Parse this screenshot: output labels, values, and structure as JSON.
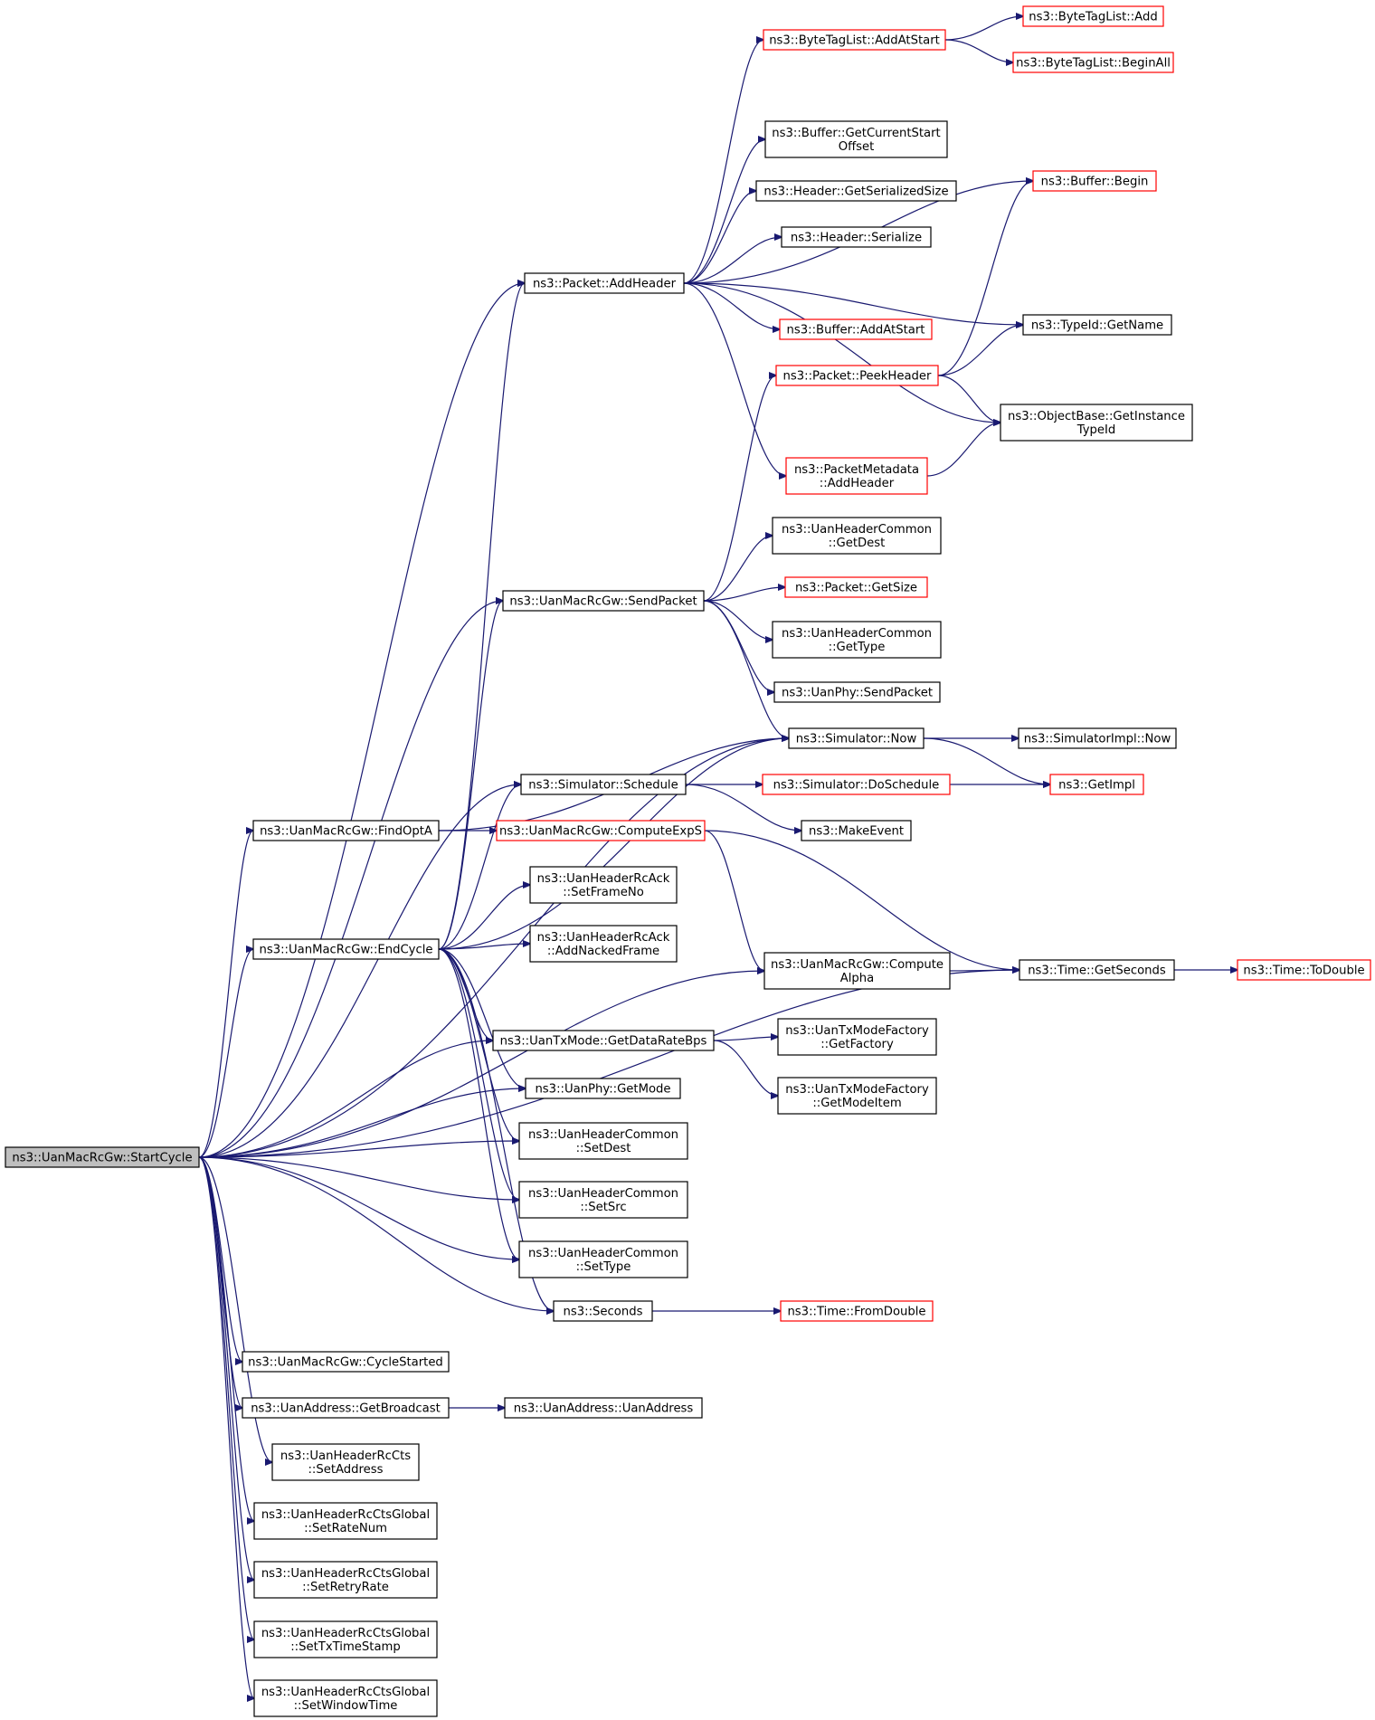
{
  "colors": {
    "edge": "#191970",
    "node_border": "#000000",
    "node_border_truncated": "#ff0000",
    "root_fill": "#bfbfbf",
    "node_fill": "#ffffff"
  },
  "nodes": [
    {
      "id": "startcycle",
      "lines": [
        "ns3::UanMacRcGw::StartCycle"
      ],
      "kind": "root"
    },
    {
      "id": "bytetag_addatstart",
      "lines": [
        "ns3::ByteTagList::AddAtStart"
      ],
      "kind": "truncated"
    },
    {
      "id": "bytetag_add",
      "lines": [
        "ns3::ByteTagList::Add"
      ],
      "kind": "truncated"
    },
    {
      "id": "bytetag_beginall",
      "lines": [
        "ns3::ByteTagList::BeginAll"
      ],
      "kind": "truncated"
    },
    {
      "id": "buffer_getcurrentstartoffset",
      "lines": [
        "ns3::Buffer::GetCurrentStart",
        "Offset"
      ],
      "kind": "normal"
    },
    {
      "id": "buffer_begin",
      "lines": [
        "ns3::Buffer::Begin"
      ],
      "kind": "truncated"
    },
    {
      "id": "header_getserializedsize",
      "lines": [
        "ns3::Header::GetSerializedSize"
      ],
      "kind": "normal"
    },
    {
      "id": "header_serialize",
      "lines": [
        "ns3::Header::Serialize"
      ],
      "kind": "normal"
    },
    {
      "id": "packet_addheader",
      "lines": [
        "ns3::Packet::AddHeader"
      ],
      "kind": "normal"
    },
    {
      "id": "typeid_getname",
      "lines": [
        "ns3::TypeId::GetName"
      ],
      "kind": "normal"
    },
    {
      "id": "buffer_addatstart",
      "lines": [
        "ns3::Buffer::AddAtStart"
      ],
      "kind": "truncated"
    },
    {
      "id": "packet_peekheader",
      "lines": [
        "ns3::Packet::PeekHeader"
      ],
      "kind": "truncated"
    },
    {
      "id": "objectbase_getinstancetypeid",
      "lines": [
        "ns3::ObjectBase::GetInstance",
        "TypeId"
      ],
      "kind": "normal"
    },
    {
      "id": "packetmetadata_addheader",
      "lines": [
        "ns3::PacketMetadata",
        "::AddHeader"
      ],
      "kind": "truncated"
    },
    {
      "id": "uanheadercommon_getdest",
      "lines": [
        "ns3::UanHeaderCommon",
        "::GetDest"
      ],
      "kind": "normal"
    },
    {
      "id": "uanmacrcgw_sendpacket",
      "lines": [
        "ns3::UanMacRcGw::SendPacket"
      ],
      "kind": "normal"
    },
    {
      "id": "packet_getsize",
      "lines": [
        "ns3::Packet::GetSize"
      ],
      "kind": "truncated"
    },
    {
      "id": "uanheadercommon_gettype",
      "lines": [
        "ns3::UanHeaderCommon",
        "::GetType"
      ],
      "kind": "normal"
    },
    {
      "id": "uanphy_sendpacket",
      "lines": [
        "ns3::UanPhy::SendPacket"
      ],
      "kind": "normal"
    },
    {
      "id": "simulator_now",
      "lines": [
        "ns3::Simulator::Now"
      ],
      "kind": "normal"
    },
    {
      "id": "simulatorimpl_now",
      "lines": [
        "ns3::SimulatorImpl::Now"
      ],
      "kind": "normal"
    },
    {
      "id": "simulator_schedule",
      "lines": [
        "ns3::Simulator::Schedule"
      ],
      "kind": "normal"
    },
    {
      "id": "simulator_doschedule",
      "lines": [
        "ns3::Simulator::DoSchedule"
      ],
      "kind": "truncated"
    },
    {
      "id": "getimpl",
      "lines": [
        "ns3::GetImpl"
      ],
      "kind": "truncated"
    },
    {
      "id": "uanmacrcgw_findopta",
      "lines": [
        "ns3::UanMacRcGw::FindOptA"
      ],
      "kind": "normal"
    },
    {
      "id": "uanmacrcgw_computeexps",
      "lines": [
        "ns3::UanMacRcGw::ComputeExpS"
      ],
      "kind": "truncated"
    },
    {
      "id": "makeevent",
      "lines": [
        "ns3::MakeEvent"
      ],
      "kind": "normal"
    },
    {
      "id": "uanheaderrcack_setframeno",
      "lines": [
        "ns3::UanHeaderRcAck",
        "::SetFrameNo"
      ],
      "kind": "normal"
    },
    {
      "id": "uanmacrcgw_endcycle",
      "lines": [
        "ns3::UanMacRcGw::EndCycle"
      ],
      "kind": "normal"
    },
    {
      "id": "uanheaderrcack_addnackedframe",
      "lines": [
        "ns3::UanHeaderRcAck",
        "::AddNackedFrame"
      ],
      "kind": "normal"
    },
    {
      "id": "uanmacrcgw_computealpha",
      "lines": [
        "ns3::UanMacRcGw::Compute",
        "Alpha"
      ],
      "kind": "normal"
    },
    {
      "id": "time_getseconds",
      "lines": [
        "ns3::Time::GetSeconds"
      ],
      "kind": "normal"
    },
    {
      "id": "time_todouble",
      "lines": [
        "ns3::Time::ToDouble"
      ],
      "kind": "truncated"
    },
    {
      "id": "uantxmode_getdataratebps",
      "lines": [
        "ns3::UanTxMode::GetDataRateBps"
      ],
      "kind": "normal"
    },
    {
      "id": "uantxmodefactory_getfactory",
      "lines": [
        "ns3::UanTxModeFactory",
        "::GetFactory"
      ],
      "kind": "normal"
    },
    {
      "id": "uantxmodefactory_getmodeitem",
      "lines": [
        "ns3::UanTxModeFactory",
        "::GetModeItem"
      ],
      "kind": "normal"
    },
    {
      "id": "uanphy_getmode",
      "lines": [
        "ns3::UanPhy::GetMode"
      ],
      "kind": "normal"
    },
    {
      "id": "uanheadercommon_setdest",
      "lines": [
        "ns3::UanHeaderCommon",
        "::SetDest"
      ],
      "kind": "normal"
    },
    {
      "id": "uanheadercommon_setsrc",
      "lines": [
        "ns3::UanHeaderCommon",
        "::SetSrc"
      ],
      "kind": "normal"
    },
    {
      "id": "uanheadercommon_settype",
      "lines": [
        "ns3::UanHeaderCommon",
        "::SetType"
      ],
      "kind": "normal"
    },
    {
      "id": "seconds",
      "lines": [
        "ns3::Seconds"
      ],
      "kind": "normal"
    },
    {
      "id": "time_fromdouble",
      "lines": [
        "ns3::Time::FromDouble"
      ],
      "kind": "truncated"
    },
    {
      "id": "uanmacrcgw_cyclestarted",
      "lines": [
        "ns3::UanMacRcGw::CycleStarted"
      ],
      "kind": "normal"
    },
    {
      "id": "uanaddress_getbroadcast",
      "lines": [
        "ns3::UanAddress::GetBroadcast"
      ],
      "kind": "normal"
    },
    {
      "id": "uanaddress_uanaddress",
      "lines": [
        "ns3::UanAddress::UanAddress"
      ],
      "kind": "normal"
    },
    {
      "id": "uanheaderrccts_setaddress",
      "lines": [
        "ns3::UanHeaderRcCts",
        "::SetAddress"
      ],
      "kind": "normal"
    },
    {
      "id": "ctsglobal_setratenum",
      "lines": [
        "ns3::UanHeaderRcCtsGlobal",
        "::SetRateNum"
      ],
      "kind": "normal"
    },
    {
      "id": "ctsglobal_setretryrate",
      "lines": [
        "ns3::UanHeaderRcCtsGlobal",
        "::SetRetryRate"
      ],
      "kind": "normal"
    },
    {
      "id": "ctsglobal_settxtimestamp",
      "lines": [
        "ns3::UanHeaderRcCtsGlobal",
        "::SetTxTimeStamp"
      ],
      "kind": "normal"
    },
    {
      "id": "ctsglobal_setwindowtime",
      "lines": [
        "ns3::UanHeaderRcCtsGlobal",
        "::SetWindowTime"
      ],
      "kind": "normal"
    }
  ],
  "edges": [
    [
      "bytetag_addatstart",
      "bytetag_add"
    ],
    [
      "bytetag_addatstart",
      "bytetag_beginall"
    ],
    [
      "packet_addheader",
      "bytetag_addatstart"
    ],
    [
      "packet_addheader",
      "buffer_getcurrentstartoffset"
    ],
    [
      "packet_addheader",
      "buffer_begin"
    ],
    [
      "packet_addheader",
      "header_getserializedsize"
    ],
    [
      "packet_addheader",
      "header_serialize"
    ],
    [
      "packet_addheader",
      "typeid_getname"
    ],
    [
      "packet_addheader",
      "buffer_addatstart"
    ],
    [
      "packet_addheader",
      "objectbase_getinstancetypeid"
    ],
    [
      "packet_addheader",
      "packetmetadata_addheader"
    ],
    [
      "packet_peekheader",
      "buffer_begin"
    ],
    [
      "packet_peekheader",
      "typeid_getname"
    ],
    [
      "packet_peekheader",
      "objectbase_getinstancetypeid"
    ],
    [
      "packetmetadata_addheader",
      "objectbase_getinstancetypeid"
    ],
    [
      "uanmacrcgw_sendpacket",
      "packet_peekheader"
    ],
    [
      "uanmacrcgw_sendpacket",
      "uanheadercommon_getdest"
    ],
    [
      "uanmacrcgw_sendpacket",
      "packet_getsize"
    ],
    [
      "uanmacrcgw_sendpacket",
      "uanheadercommon_gettype"
    ],
    [
      "uanmacrcgw_sendpacket",
      "uanphy_sendpacket"
    ],
    [
      "uanmacrcgw_sendpacket",
      "simulator_now"
    ],
    [
      "simulator_now",
      "simulatorimpl_now"
    ],
    [
      "simulator_now",
      "getimpl"
    ],
    [
      "simulator_schedule",
      "simulator_doschedule"
    ],
    [
      "simulator_schedule",
      "makeevent"
    ],
    [
      "simulator_doschedule",
      "getimpl"
    ],
    [
      "uanmacrcgw_findopta",
      "uanmacrcgw_computeexps"
    ],
    [
      "uanmacrcgw_findopta",
      "simulator_now"
    ],
    [
      "uanmacrcgw_computeexps",
      "uanmacrcgw_computealpha"
    ],
    [
      "uanmacrcgw_computeexps",
      "time_getseconds"
    ],
    [
      "uanmacrcgw_endcycle",
      "packet_addheader"
    ],
    [
      "uanmacrcgw_endcycle",
      "uanmacrcgw_sendpacket"
    ],
    [
      "uanmacrcgw_endcycle",
      "simulator_now"
    ],
    [
      "uanmacrcgw_endcycle",
      "simulator_schedule"
    ],
    [
      "uanmacrcgw_endcycle",
      "uanheaderrcack_setframeno"
    ],
    [
      "uanmacrcgw_endcycle",
      "uanheaderrcack_addnackedframe"
    ],
    [
      "uanmacrcgw_endcycle",
      "uantxmode_getdataratebps"
    ],
    [
      "uanmacrcgw_endcycle",
      "uanphy_getmode"
    ],
    [
      "uanmacrcgw_endcycle",
      "uanheadercommon_setdest"
    ],
    [
      "uanmacrcgw_endcycle",
      "uanheadercommon_setsrc"
    ],
    [
      "uanmacrcgw_endcycle",
      "uanheadercommon_settype"
    ],
    [
      "uanmacrcgw_endcycle",
      "seconds"
    ],
    [
      "uanmacrcgw_computealpha",
      "time_getseconds"
    ],
    [
      "time_getseconds",
      "time_todouble"
    ],
    [
      "uantxmode_getdataratebps",
      "uantxmodefactory_getfactory"
    ],
    [
      "uantxmode_getdataratebps",
      "uantxmodefactory_getmodeitem"
    ],
    [
      "seconds",
      "time_fromdouble"
    ],
    [
      "uanaddress_getbroadcast",
      "uanaddress_uanaddress"
    ],
    [
      "startcycle",
      "packet_addheader"
    ],
    [
      "startcycle",
      "uanmacrcgw_sendpacket"
    ],
    [
      "startcycle",
      "simulator_now"
    ],
    [
      "startcycle",
      "simulator_schedule"
    ],
    [
      "startcycle",
      "uanmacrcgw_findopta"
    ],
    [
      "startcycle",
      "uanmacrcgw_endcycle"
    ],
    [
      "startcycle",
      "uanmacrcgw_computealpha"
    ],
    [
      "startcycle",
      "uantxmode_getdataratebps"
    ],
    [
      "startcycle",
      "uanphy_getmode"
    ],
    [
      "startcycle",
      "uanheadercommon_setdest"
    ],
    [
      "startcycle",
      "uanheadercommon_setsrc"
    ],
    [
      "startcycle",
      "uanheadercommon_settype"
    ],
    [
      "startcycle",
      "seconds"
    ],
    [
      "startcycle",
      "time_getseconds"
    ],
    [
      "startcycle",
      "uanmacrcgw_cyclestarted"
    ],
    [
      "startcycle",
      "uanaddress_getbroadcast"
    ],
    [
      "startcycle",
      "uanheaderrccts_setaddress"
    ],
    [
      "startcycle",
      "ctsglobal_setratenum"
    ],
    [
      "startcycle",
      "ctsglobal_setretryrate"
    ],
    [
      "startcycle",
      "ctsglobal_settxtimestamp"
    ],
    [
      "startcycle",
      "ctsglobal_setwindowtime"
    ]
  ]
}
